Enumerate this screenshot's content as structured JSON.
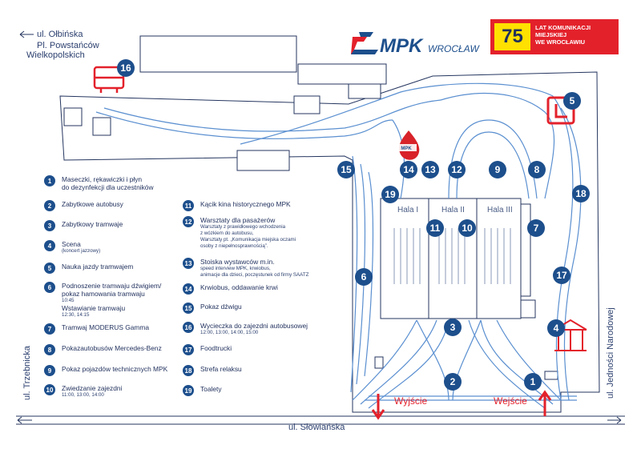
{
  "logo": {
    "brand": "MPK",
    "city": "WROCŁAW"
  },
  "anniversary": {
    "number": "75",
    "line1": "LAT KOMUNIKACJI",
    "line2": "MIEJSKIEJ",
    "line3": "WE WROCŁAWIU"
  },
  "streets": {
    "top_left_1": "ul. Ołbińska",
    "top_left_2": "Pl. Powstańców",
    "top_left_3": "Wielkopolskich",
    "left_vertical": "ul. Trzebnicka",
    "right_vertical": "ul. Jedności Narodowej",
    "bottom": "ul. Słowiańska"
  },
  "halls": [
    "Hala I",
    "Hala II",
    "Hala III"
  ],
  "entrances": {
    "exit": "Wyjście",
    "entry": "Wejście"
  },
  "map_markers": [
    "16",
    "5",
    "15",
    "14",
    "13",
    "12",
    "9",
    "8",
    "19",
    "18",
    "11",
    "10",
    "7",
    "6",
    "17",
    "4",
    "3",
    "2",
    "1"
  ],
  "legend": [
    {
      "num": "1",
      "title": "Maseczki, rękawiczki i płyn",
      "title2": "do dezynfekcji dla uczestników",
      "sub": []
    },
    {
      "num": "2",
      "title": "Zabytkowe autobusy",
      "title2": "",
      "sub": []
    },
    {
      "num": "3",
      "title": "Zabytkowy tramwaje",
      "title2": "",
      "sub": []
    },
    {
      "num": "4",
      "title": "Scena",
      "title2": "",
      "sub": [
        "(koncert jazzowy)"
      ]
    },
    {
      "num": "5",
      "title": "Nauka jazdy tramwajem",
      "title2": "",
      "sub": []
    },
    {
      "num": "6",
      "title": "Podnoszenie tramwaju dźwigiem/",
      "title2": "pokaz hamowania tramwaju",
      "sub": [
        "10:45"
      ],
      "title3": "Wstawianie tramwaju",
      "sub2": [
        "12:30, 14:15"
      ]
    },
    {
      "num": "7",
      "title": "Tramwaj MODERUS Gamma",
      "title2": "",
      "sub": []
    },
    {
      "num": "8",
      "title": "Pokazautobusów Mercedes-Benz",
      "title2": "",
      "sub": []
    },
    {
      "num": "9",
      "title": "Pokaz pojazdów technicznych MPK",
      "title2": "",
      "sub": []
    },
    {
      "num": "10",
      "title": "Zwiedzanie zajezdni",
      "title2": "",
      "sub": [
        "11:00, 13:00, 14:00"
      ]
    },
    {
      "num": "11",
      "title": "Kącik kina historycznego MPK",
      "title2": "",
      "sub": []
    },
    {
      "num": "12",
      "title": "Warsztaty dla pasażerów",
      "title2": "",
      "sub": [
        "Warsztaty z prawidłowego wchodzenia",
        "z wózkiem do autobusu,",
        "Warsztaty pt. „Komunikacja miejska oczami",
        "osoby z niepełnosprawnością”."
      ]
    },
    {
      "num": "13",
      "title": "Stoiska wystawców m.in.",
      "title2": "",
      "sub": [
        "speed interview MPK, krwiobus,",
        "animacje dla dzieci, poczęstunek od firmy SAATZ"
      ]
    },
    {
      "num": "14",
      "title": "Krwiobus, oddawanie krwi",
      "title2": "",
      "sub": []
    },
    {
      "num": "15",
      "title": "Pokaz dźwigu",
      "title2": "",
      "sub": []
    },
    {
      "num": "16",
      "title": "Wycieczka do zajezdni autobusowej",
      "title2": "",
      "sub": [
        "12:00, 13:00, 14:00, 15:00"
      ]
    },
    {
      "num": "17",
      "title": "Foodtrucki",
      "title2": "",
      "sub": []
    },
    {
      "num": "18",
      "title": "Strefa relaksu",
      "title2": "",
      "sub": []
    },
    {
      "num": "19",
      "title": "Toalety",
      "title2": "",
      "sub": []
    }
  ],
  "colors": {
    "marker": "#1d4f8c",
    "track": "#5a8fd0",
    "outline": "#24355f",
    "accent_red": "#e3212b",
    "yellow": "#ffe000"
  }
}
